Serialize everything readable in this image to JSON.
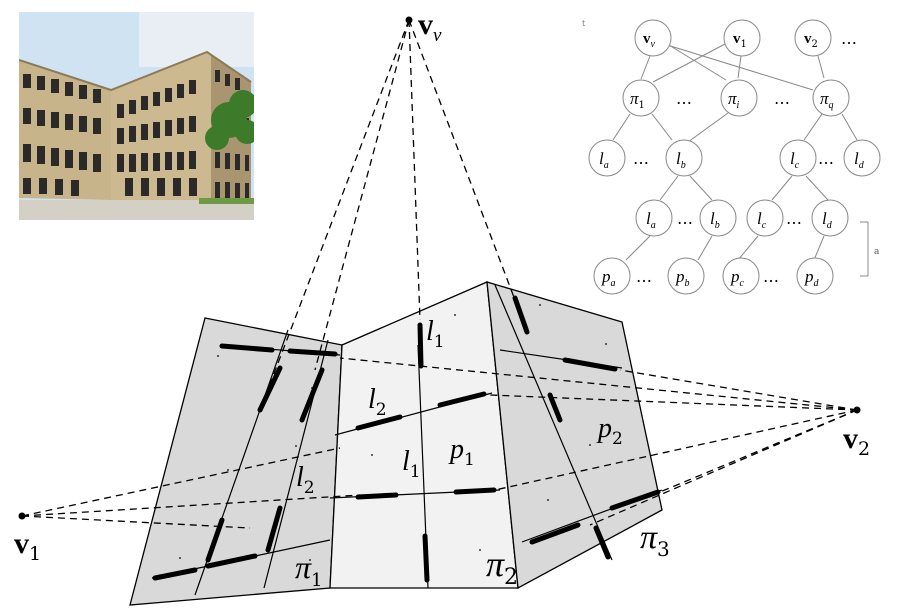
{
  "vanishing_points": {
    "vv": {
      "letter": "v",
      "sub": "v"
    },
    "v1": {
      "letter": "v",
      "sub": "1"
    },
    "v2": {
      "letter": "v",
      "sub": "2"
    }
  },
  "planes": [
    {
      "letter": "π",
      "sub": "1",
      "fill": "#d9d9d9"
    },
    {
      "letter": "π",
      "sub": "2",
      "fill": "#f2f2f2"
    },
    {
      "letter": "π",
      "sub": "3",
      "fill": "#d9d9d9"
    }
  ],
  "scene_labels": {
    "l1_top": {
      "letter": "l",
      "sub": "1"
    },
    "l1_mid": {
      "letter": "l",
      "sub": "1"
    },
    "l2_left": {
      "letter": "l",
      "sub": "2"
    },
    "l2_mid": {
      "letter": "l",
      "sub": "2"
    },
    "p1": {
      "letter": "p",
      "sub": "1"
    },
    "p2": {
      "letter": "p",
      "sub": "2"
    }
  },
  "tree": {
    "row1": [
      {
        "letter": "v",
        "sub": "v",
        "bold": true
      },
      {
        "letter": "v",
        "sub": "1",
        "bold": true
      },
      {
        "letter": "v",
        "sub": "2",
        "bold": true
      }
    ],
    "row2": [
      {
        "letter": "π",
        "sub": "1"
      },
      {
        "letter": "π",
        "sub": "i"
      },
      {
        "letter": "π",
        "sub": "q"
      }
    ],
    "row3": [
      {
        "letter": "l",
        "sub": "a"
      },
      {
        "letter": "l",
        "sub": "b"
      },
      {
        "letter": "l",
        "sub": "c"
      },
      {
        "letter": "l",
        "sub": "d"
      }
    ],
    "row4": [
      {
        "letter": "l",
        "sub": "a"
      },
      {
        "letter": "l",
        "sub": "b"
      },
      {
        "letter": "l",
        "sub": "c"
      },
      {
        "letter": "l",
        "sub": "d"
      }
    ],
    "row5": [
      {
        "letter": "p",
        "sub": "a"
      },
      {
        "letter": "p",
        "sub": "b"
      },
      {
        "letter": "p",
        "sub": "c"
      },
      {
        "letter": "p",
        "sub": "d"
      }
    ],
    "ellipsis": "…",
    "side_mark": "a",
    "corner_mark": "t"
  },
  "photo": {
    "sky": "#cfe3f3",
    "wall": "#c8b48a",
    "wall_shadow": "#a99670",
    "window": "#2b2a28",
    "tree": "#3d7a2a",
    "ground": "#d4d0c6"
  }
}
